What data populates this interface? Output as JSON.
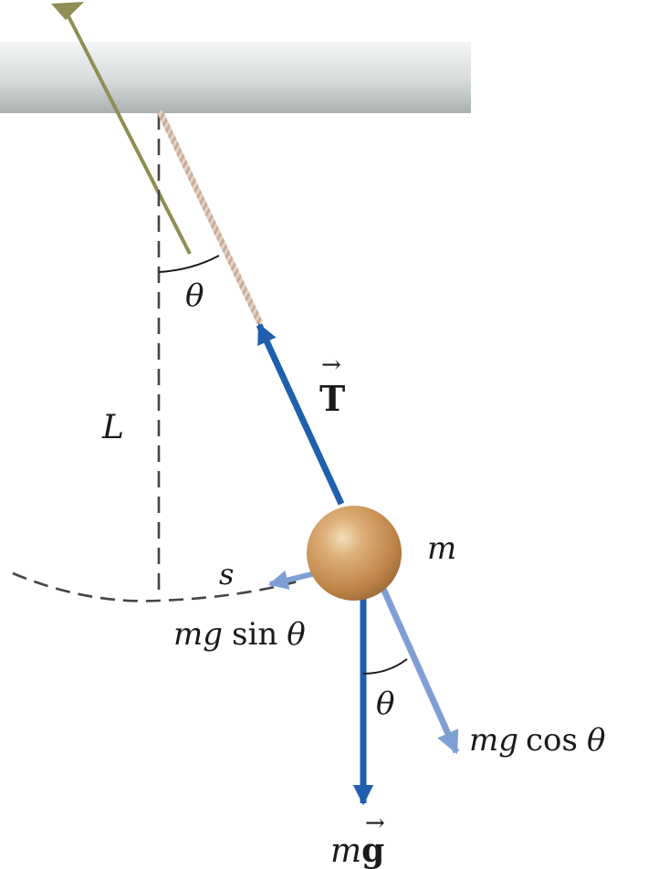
{
  "diagram": {
    "labels": {
      "theta_top": "θ",
      "length": "L",
      "tension_main": "T",
      "mass": "m",
      "arc": "s",
      "tangential_force_m": "m",
      "tangential_force_g": "g",
      "tangential_force_sin": "sin",
      "tangential_force_theta": "θ",
      "theta_bottom": "θ",
      "radial_force_m": "m",
      "radial_force_g": "g",
      "radial_force_cos": "cos",
      "radial_force_theta": "θ",
      "weight_m": "m",
      "weight_g": "g",
      "vector_arrow": "→"
    },
    "colors": {
      "ceiling_top": "#f4f6f6",
      "ceiling_bottom": "#b7bcbc",
      "force_dark_blue": "#1f5fae",
      "force_light_blue": "#7f9fd4",
      "amplitude_line": "#8e8e55",
      "string": "#d8c3b3",
      "bob": "#c99358",
      "dashed": "#444444"
    }
  }
}
